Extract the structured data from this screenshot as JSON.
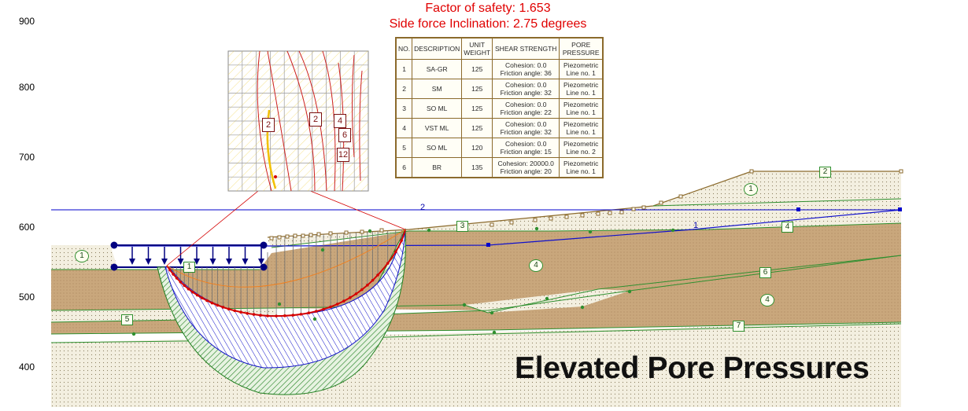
{
  "title": {
    "factor_of_safety": "Factor of safety: 1.653",
    "side_force": "Side force Inclination: 2.75 degrees"
  },
  "y_axis": {
    "ticks": [
      "900",
      "800",
      "700",
      "600",
      "500",
      "400"
    ]
  },
  "table": {
    "headers": [
      "NO.",
      "DESCRIPTION",
      "UNIT WEIGHT",
      "SHEAR STRENGTH",
      "PORE PRESSURE"
    ],
    "rows": [
      {
        "no": "1",
        "desc": "SA-GR",
        "unit_weight": "125",
        "cohesion": "Cohesion: 0.0",
        "friction": "Friction angle: 36",
        "pore1": "Piezometric",
        "pore2": "Line no. 1"
      },
      {
        "no": "2",
        "desc": "SM",
        "unit_weight": "125",
        "cohesion": "Cohesion: 0.0",
        "friction": "Friction angle: 32",
        "pore1": "Piezometric",
        "pore2": "Line no. 1"
      },
      {
        "no": "3",
        "desc": "SO ML",
        "unit_weight": "125",
        "cohesion": "Cohesion: 0.0",
        "friction": "Friction angle: 22",
        "pore1": "Piezometric",
        "pore2": "Line no. 1"
      },
      {
        "no": "4",
        "desc": "VST ML",
        "unit_weight": "125",
        "cohesion": "Cohesion: 0.0",
        "friction": "Friction angle: 32",
        "pore1": "Piezometric",
        "pore2": "Line no. 1"
      },
      {
        "no": "5",
        "desc": "SO ML",
        "unit_weight": "120",
        "cohesion": "Cohesion: 0.0",
        "friction": "Friction angle: 15",
        "pore1": "Piezometric",
        "pore2": "Line no. 2"
      },
      {
        "no": "6",
        "desc": "BR",
        "unit_weight": "135",
        "cohesion": "Cohesion: 20000.0",
        "friction": "Friction angle: 20",
        "pore1": "Piezometric",
        "pore2": "Line no. 1"
      }
    ]
  },
  "labels": {
    "material_labels": [
      "1",
      "1",
      "4",
      "4",
      "5",
      "6",
      "7",
      "1",
      "2",
      "3",
      "4"
    ],
    "piezo_labels": [
      "1",
      "2"
    ],
    "contour_labels": [
      "2",
      "2",
      "4",
      "6",
      "12"
    ]
  },
  "caption": "Elevated Pore Pressures",
  "colors": {
    "title": "#e00000",
    "soil_brown": "#c9a77c",
    "soil_light": "#e9e2c8",
    "piezometric": "#0000cc",
    "slip_surface": "#d40000",
    "green_layers": "#2f8f2f"
  }
}
